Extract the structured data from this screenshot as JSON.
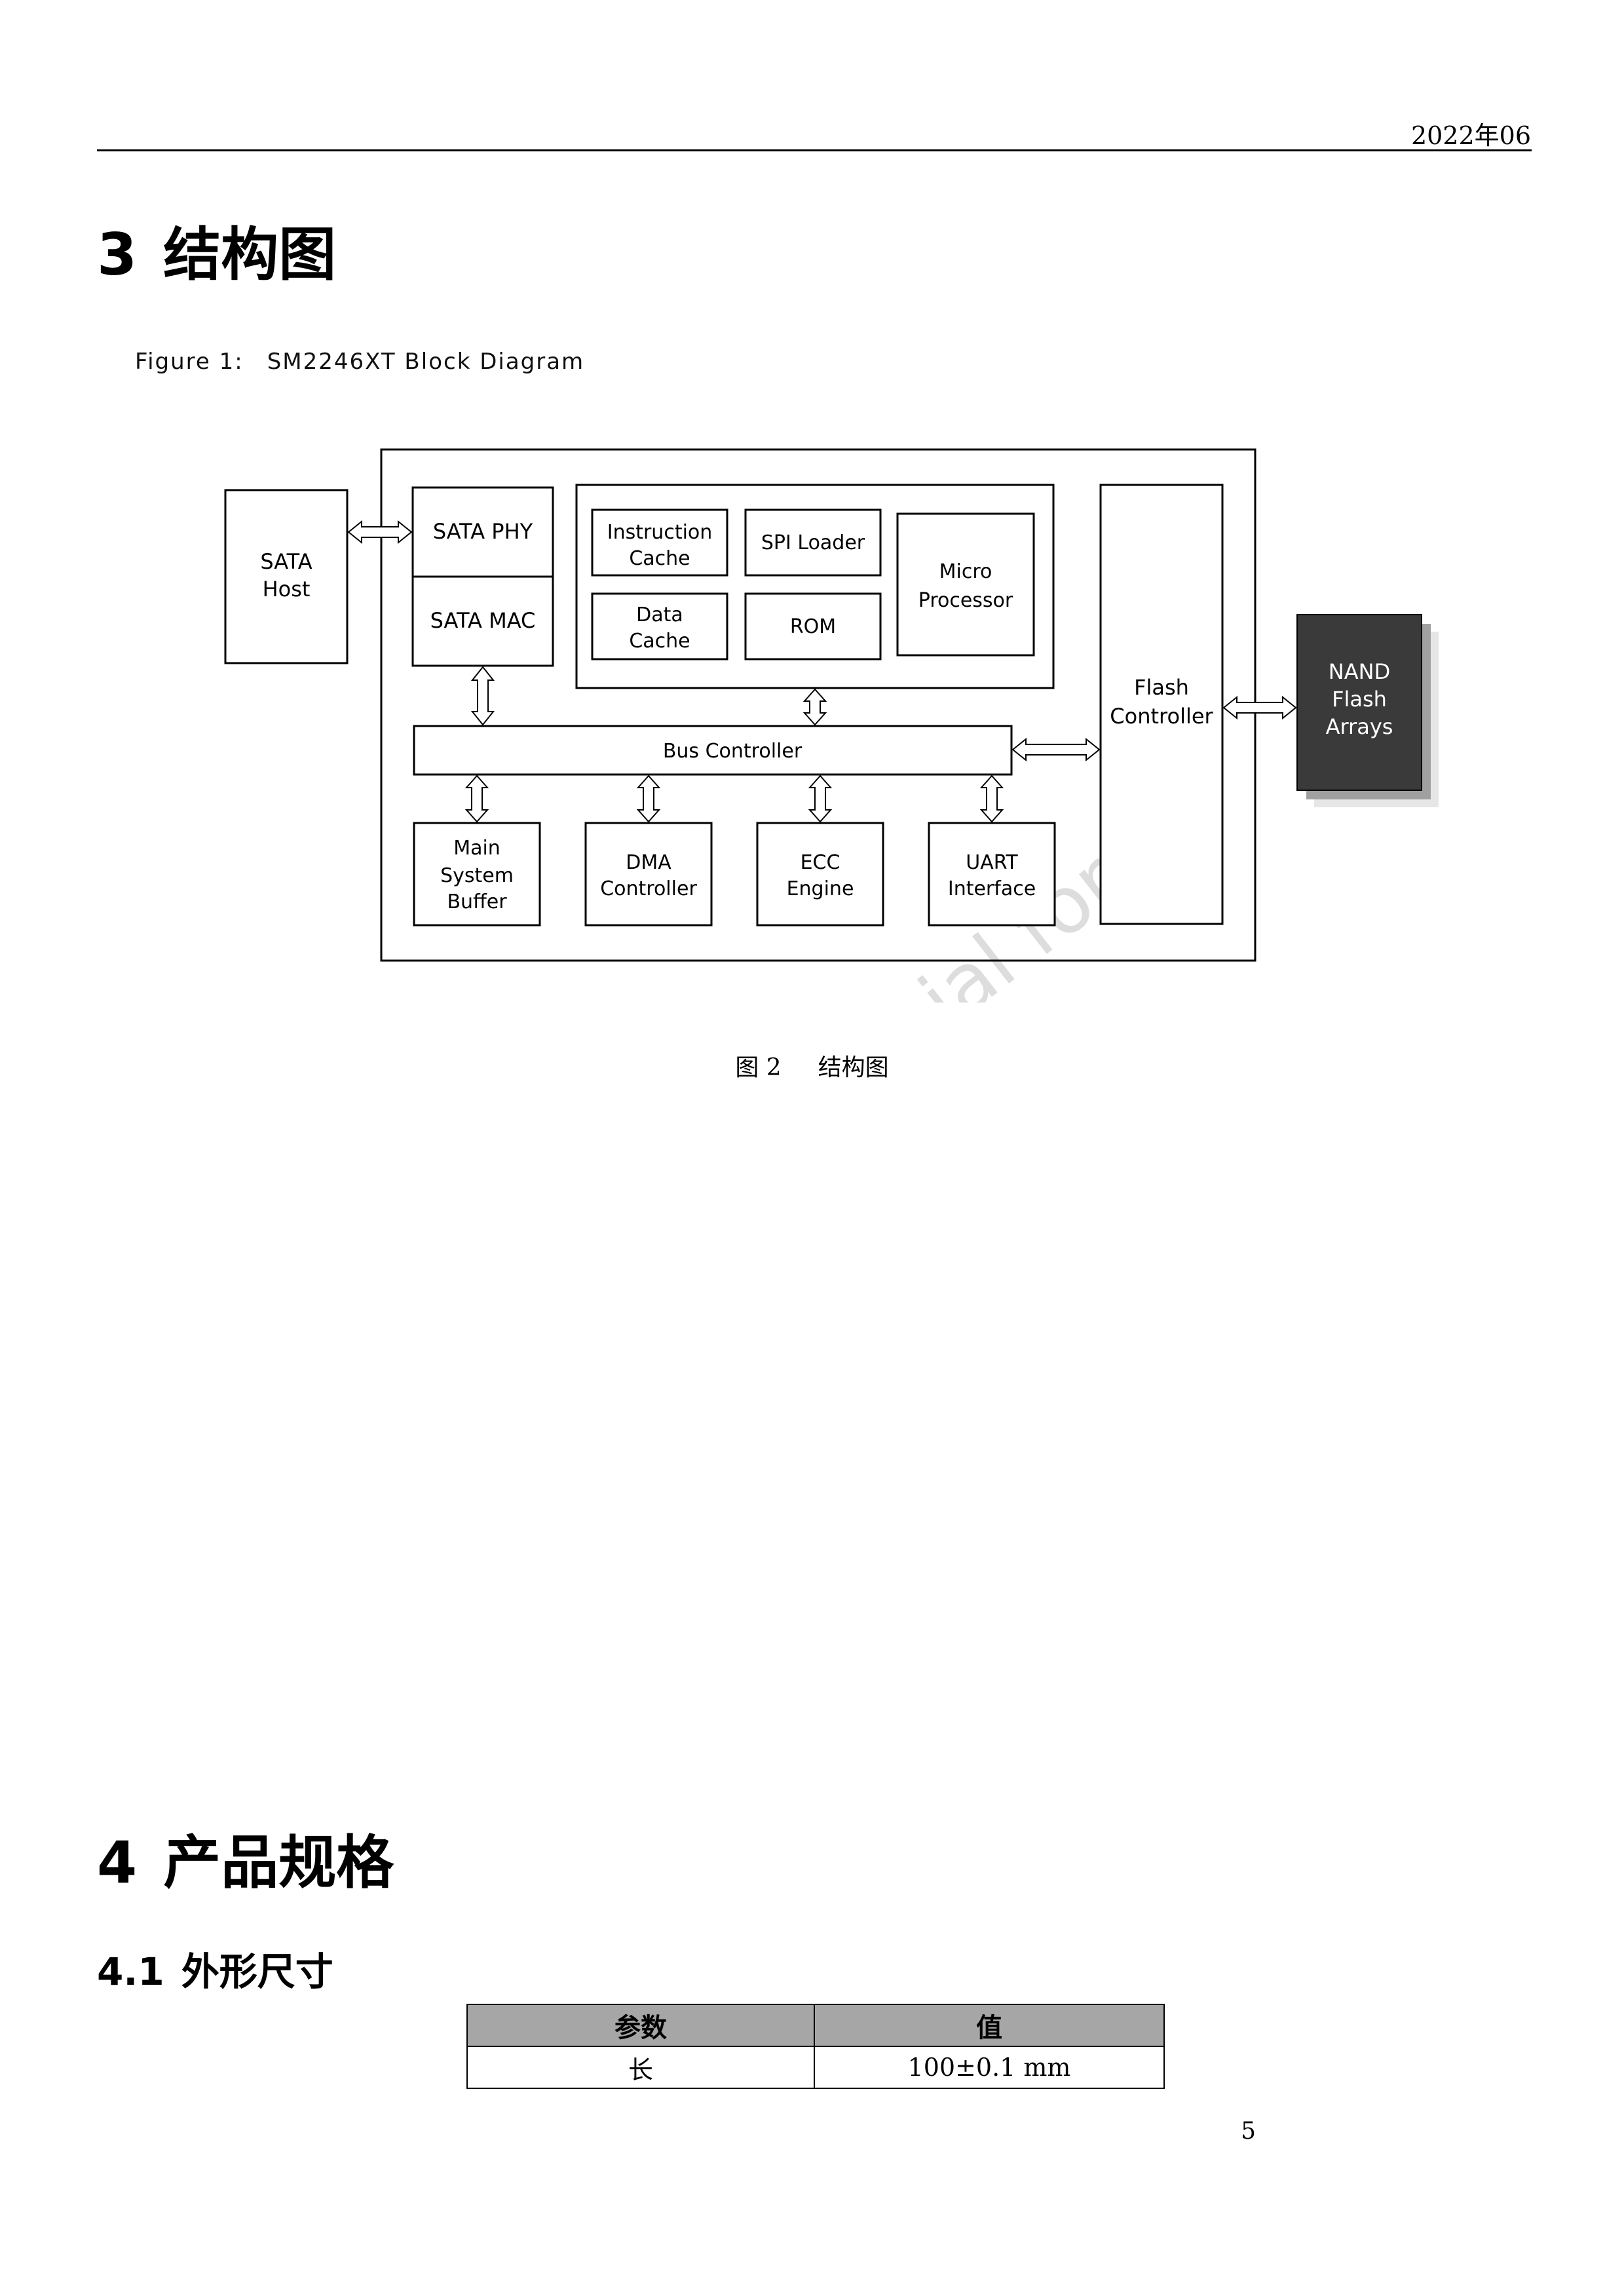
{
  "header": {
    "date": "2022年06"
  },
  "section3": {
    "num": "3",
    "title": "结构图"
  },
  "figure": {
    "label": "Figure 1:",
    "title": "SM2246XT Block Diagram",
    "blocks": {
      "sata_host": [
        "SATA",
        "Host"
      ],
      "sata_phy": "SATA PHY",
      "sata_mac": "SATA MAC",
      "instruction_cache": [
        "Instruction",
        "Cache"
      ],
      "spi_loader": "SPI Loader",
      "micro_processor": [
        "Micro",
        "Processor"
      ],
      "data_cache": [
        "Data",
        "Cache"
      ],
      "rom": "ROM",
      "flash_controller": [
        "Flash",
        "Controller"
      ],
      "nand_flash": [
        "NAND",
        "Flash",
        "Arrays"
      ],
      "bus_controller": "Bus Controller",
      "main_system_buffer": [
        "Main",
        "System",
        "Buffer"
      ],
      "dma_controller": [
        "DMA",
        "Controller"
      ],
      "ecc_engine": [
        "ECC",
        "Engine"
      ],
      "uart_interface": [
        "UART",
        "Interface"
      ]
    },
    "watermark": "ial for",
    "caption_label": "图 2",
    "caption_title": "结构图"
  },
  "section4": {
    "num": "4",
    "title": "产品规格"
  },
  "section41": {
    "num": "4.1",
    "title": "外形尺寸"
  },
  "spec_table": {
    "headers": [
      "参数",
      "值"
    ],
    "rows": [
      [
        "长",
        "100±0.1 mm"
      ]
    ]
  },
  "page_number": "5"
}
